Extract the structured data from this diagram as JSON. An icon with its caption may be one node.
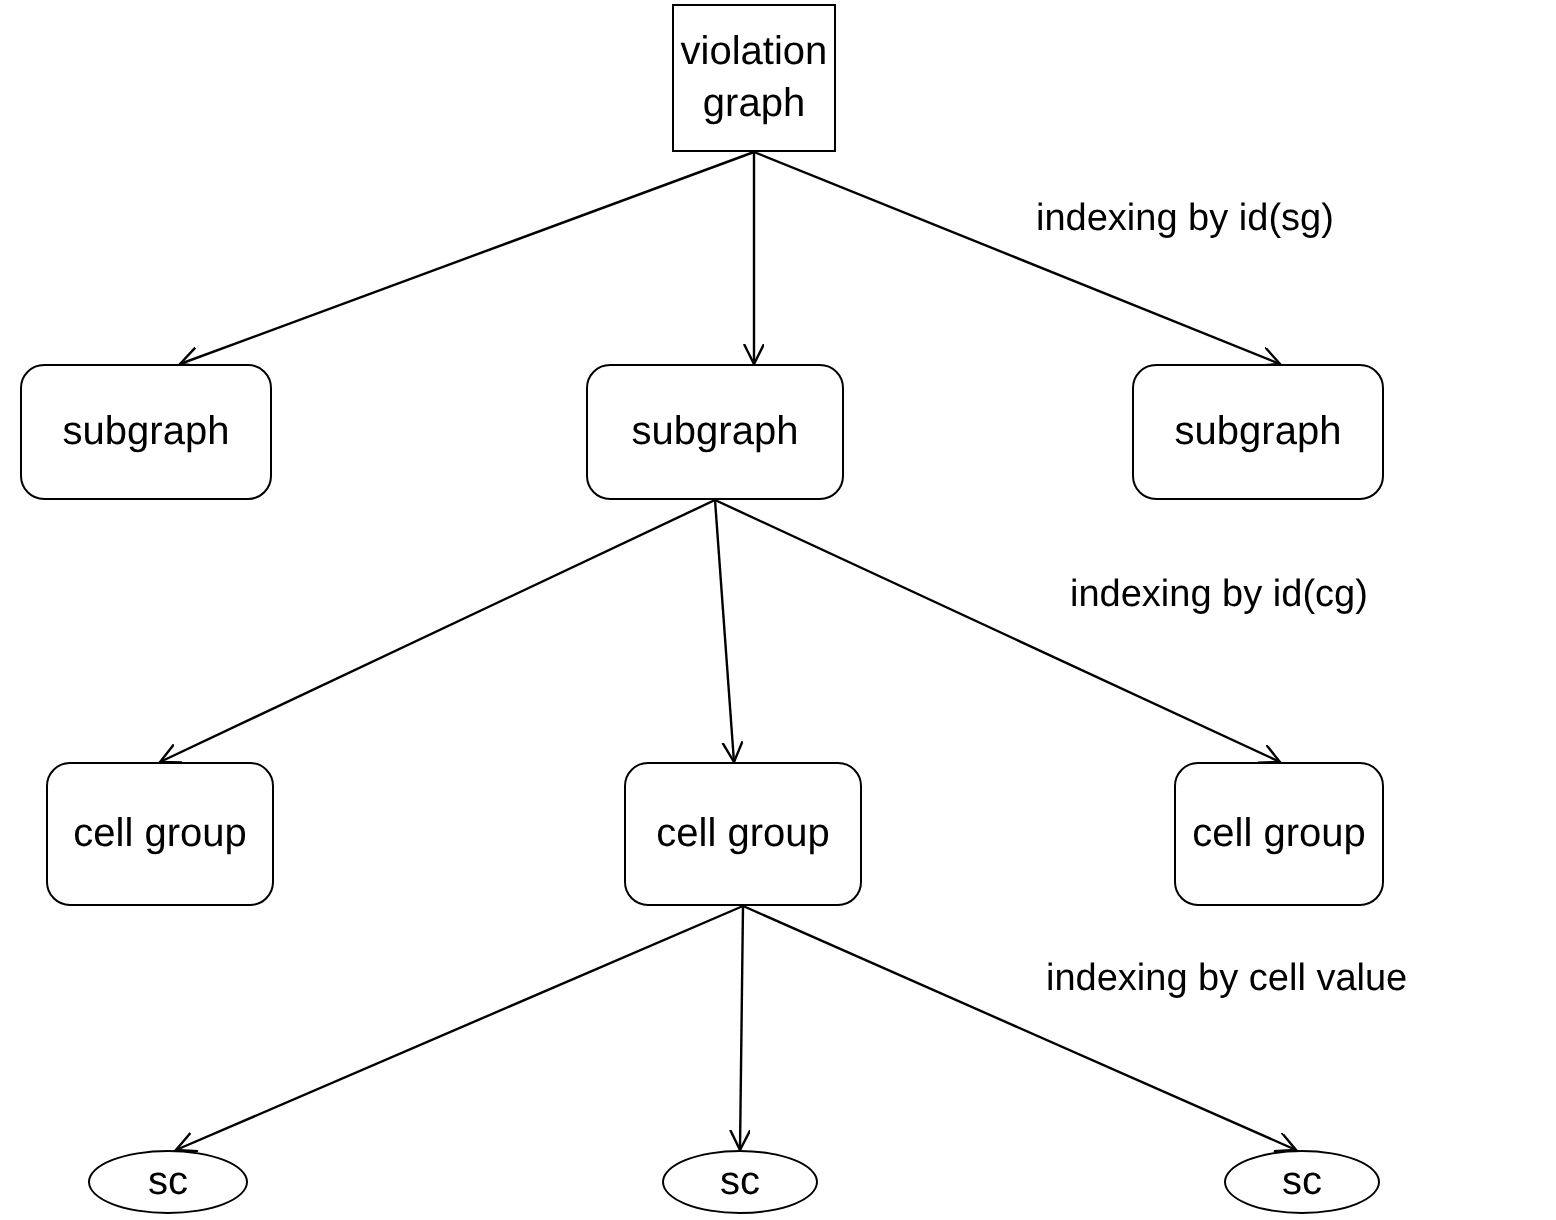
{
  "diagram": {
    "nodes": [
      {
        "text": [
          "violation graph"
        ]
      },
      {
        "text": [
          "subgraph"
        ]
      },
      {
        "text": [
          "subgraph"
        ]
      },
      {
        "text": [
          "subgraph"
        ]
      },
      {
        "text": [
          "cell group"
        ]
      },
      {
        "text": [
          "cell group"
        ]
      },
      {
        "text": [
          "cell group"
        ]
      },
      {
        "text": [
          "sc"
        ]
      },
      {
        "text": [
          "sc"
        ]
      },
      {
        "text": [
          "sc"
        ]
      }
    ],
    "edges": [
      {
        "from": 0,
        "to": 1,
        "arrow": "to"
      },
      {
        "from": 0,
        "to": 2,
        "arrow": "to"
      },
      {
        "from": 0,
        "to": 3,
        "arrow": "to"
      },
      {
        "from": 2,
        "to": 4,
        "arrow": "to"
      },
      {
        "from": 2,
        "to": 5,
        "arrow": "to"
      },
      {
        "from": 2,
        "to": 6,
        "arrow": "to"
      },
      {
        "from": 5,
        "to": 7,
        "arrow": "to"
      },
      {
        "from": 5,
        "to": 8,
        "arrow": "to"
      },
      {
        "from": 5,
        "to": 9,
        "arrow": "to"
      }
    ],
    "labels": [
      "indexing by id(sg)",
      "indexing by id(cg)",
      "indexing by cell value"
    ]
  }
}
